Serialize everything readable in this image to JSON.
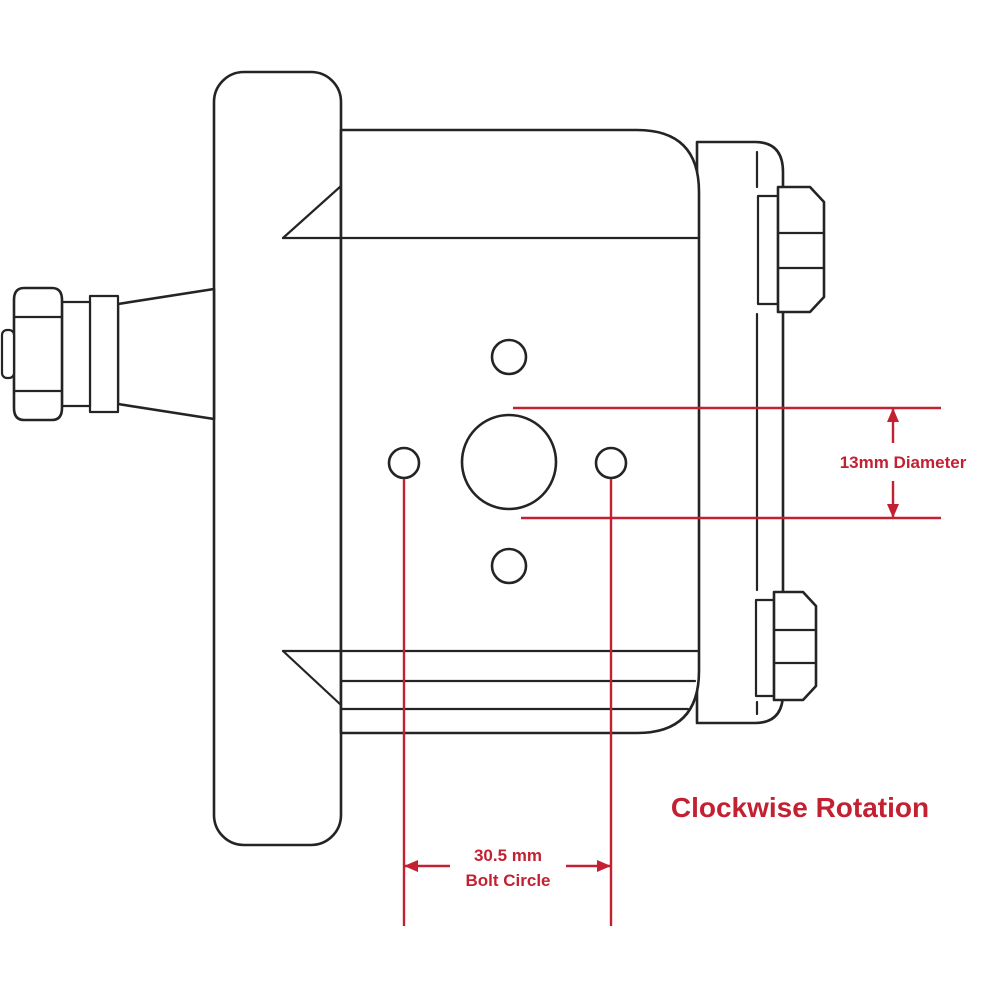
{
  "diagram": {
    "kind": "technical-line-drawing",
    "colors": {
      "outline": "#242424",
      "dimension_red": "#c32132",
      "background": "#ffffff"
    },
    "annotations": {
      "diameter_label": "13mm Diameter",
      "bolt_circle_value": "30.5 mm",
      "bolt_circle_caption": "Bolt Circle",
      "rotation_label": "Clockwise Rotation"
    }
  }
}
